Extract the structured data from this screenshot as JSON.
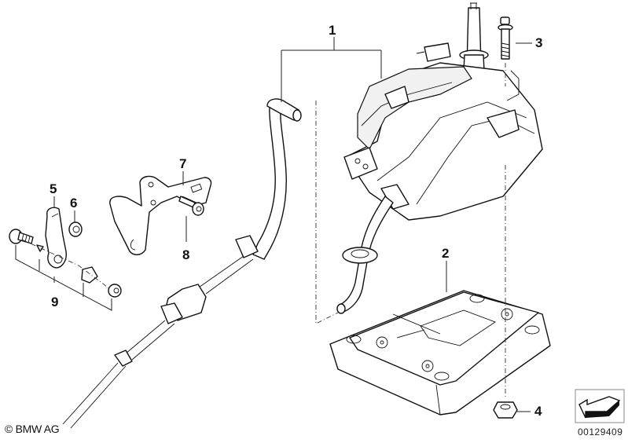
{
  "diagram": {
    "title": "Gear shift assembly exploded view",
    "callouts": [
      {
        "id": "1",
        "label": "1",
        "part": "gear-selector-switch-assembly"
      },
      {
        "id": "2",
        "label": "2",
        "part": "base-plate"
      },
      {
        "id": "3",
        "label": "3",
        "part": "bolt"
      },
      {
        "id": "4",
        "label": "4",
        "part": "hex-nut"
      },
      {
        "id": "5",
        "label": "5",
        "part": "lever-bracket"
      },
      {
        "id": "6",
        "label": "6",
        "part": "bushing"
      },
      {
        "id": "7",
        "label": "7",
        "part": "holding-bracket"
      },
      {
        "id": "8",
        "label": "8",
        "part": "hex-bolt"
      },
      {
        "id": "9",
        "label": "9",
        "part": "repair-kit-bolt-washer-clip-nut"
      }
    ],
    "copyright": "© BMW AG",
    "image_number": "00129409",
    "nav_icon": "arrow-down-left-icon"
  }
}
